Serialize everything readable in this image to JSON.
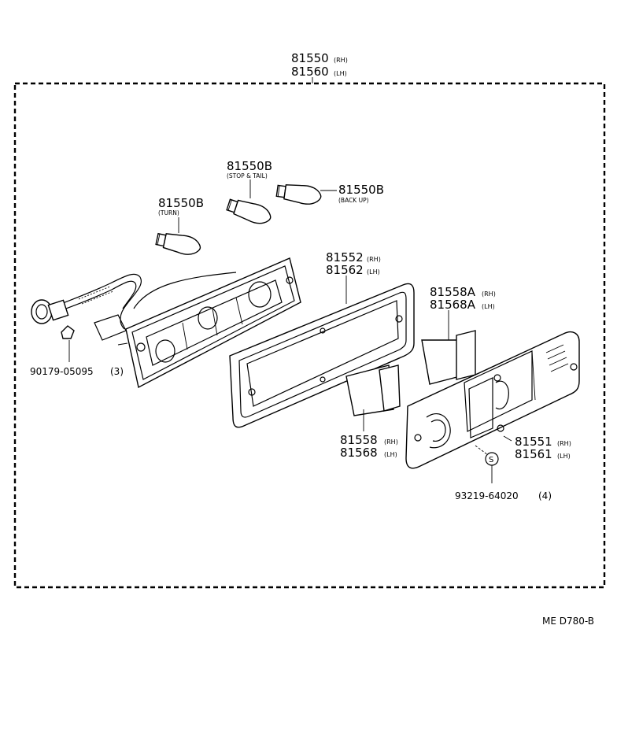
{
  "diagram": {
    "assembly": {
      "rh": "81550",
      "lh": "81560",
      "rh_tag": "(RH)",
      "lh_tag": "(LH)"
    },
    "bulbs": [
      {
        "number": "81550B",
        "note": "(STOP & TAIL)"
      },
      {
        "number": "81550B",
        "note": "(BACK UP)"
      },
      {
        "number": "81550B",
        "note": "(TURN)"
      }
    ],
    "gasket": {
      "rh": "81552",
      "lh": "81562",
      "rh_tag": "(RH)",
      "lh_tag": "(LH)"
    },
    "reflector_upper": {
      "rh": "81558A",
      "lh": "81568A",
      "rh_tag": "(RH)",
      "lh_tag": "(LH)"
    },
    "reflector_lower": {
      "rh": "81558",
      "lh": "81568",
      "rh_tag": "(RH)",
      "lh_tag": "(LH)"
    },
    "lens": {
      "rh": "81551",
      "lh": "81561",
      "rh_tag": "(RH)",
      "lh_tag": "(LH)"
    },
    "screw_clip": {
      "number": "90179-05095",
      "qty": "(3)"
    },
    "screw_lens": {
      "number": "93219-64020",
      "qty": "(4)",
      "marker": "S"
    },
    "figure_code": "ME D780-B"
  }
}
